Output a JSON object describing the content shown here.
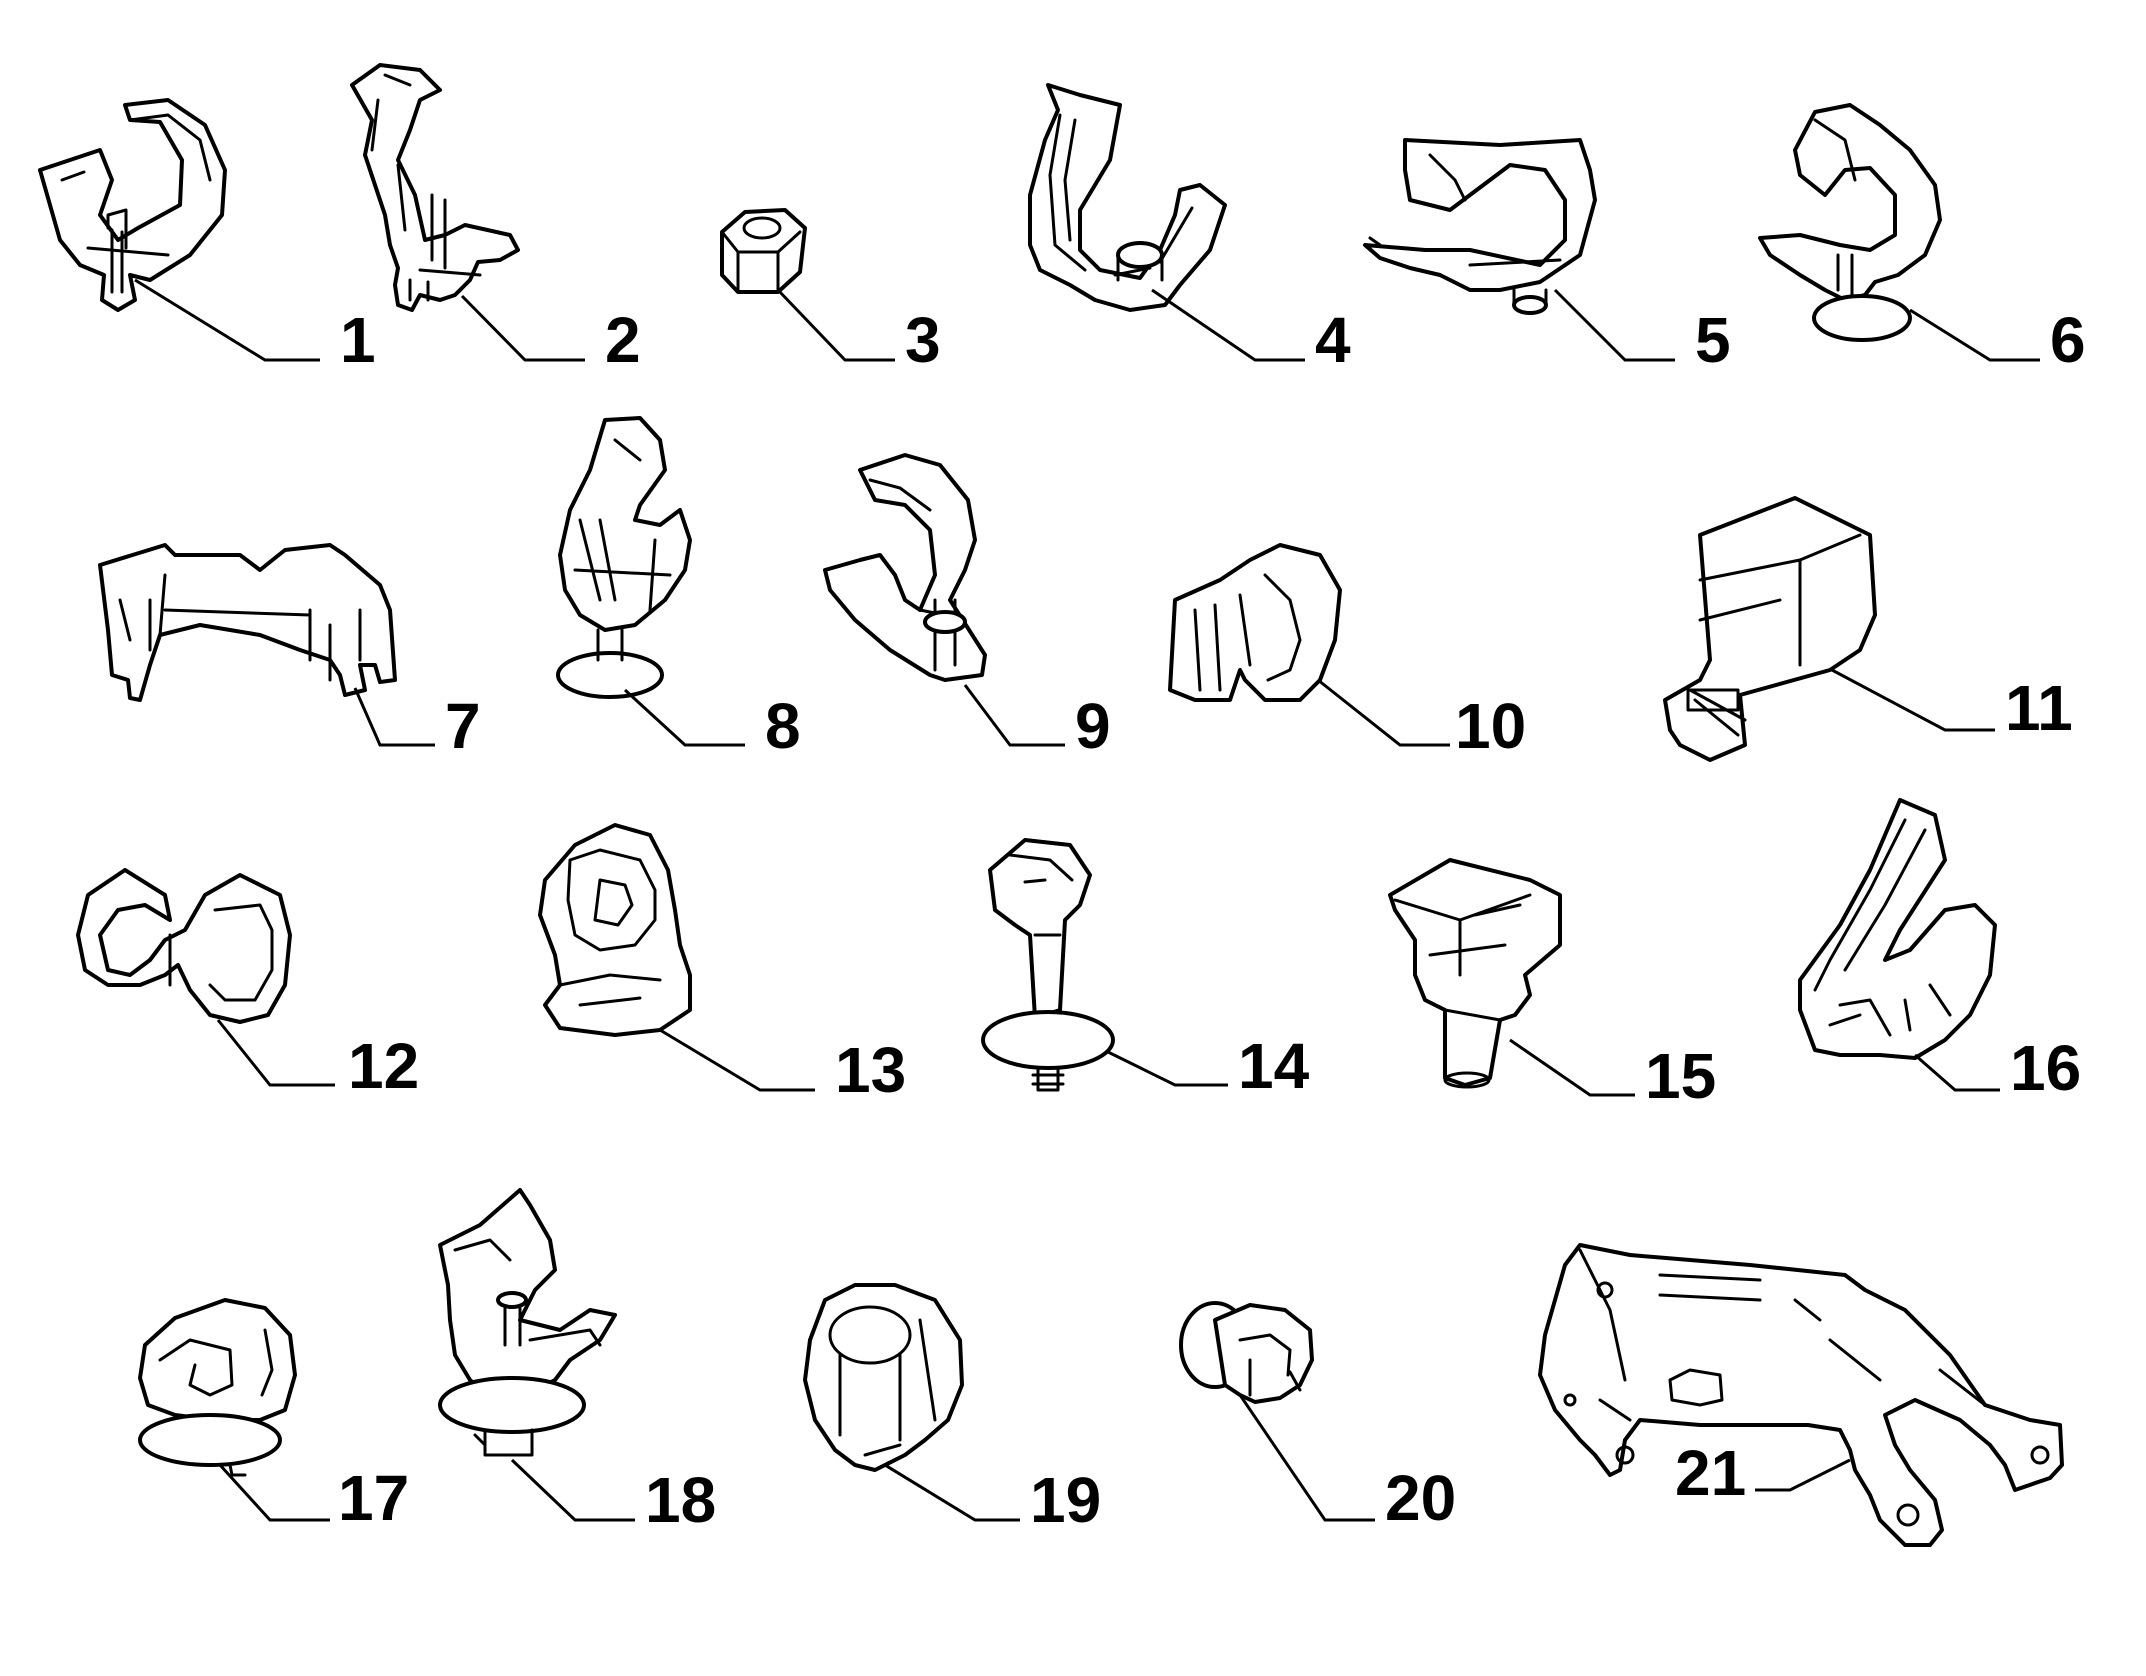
{
  "diagram": {
    "parts": [
      {
        "number": "1",
        "label": "1",
        "icon": "pipe-clip-with-stud-icon"
      },
      {
        "number": "2",
        "label": "2",
        "icon": "double-pipe-clip-icon"
      },
      {
        "number": "3",
        "label": "3",
        "icon": "hex-nut-icon"
      },
      {
        "number": "4",
        "label": "4",
        "icon": "u-channel-bracket-icon"
      },
      {
        "number": "5",
        "label": "5",
        "icon": "loop-cable-tie-icon"
      },
      {
        "number": "6",
        "label": "6",
        "icon": "open-clip-with-base-icon"
      },
      {
        "number": "7",
        "label": "7",
        "icon": "wide-harness-clip-icon"
      },
      {
        "number": "8",
        "label": "8",
        "icon": "round-clamp-with-base-icon"
      },
      {
        "number": "9",
        "label": "9",
        "icon": "split-pipe-clamp-icon"
      },
      {
        "number": "10",
        "label": "10",
        "icon": "edge-clip-icon"
      },
      {
        "number": "11",
        "label": "11",
        "icon": "box-connector-holder-icon"
      },
      {
        "number": "12",
        "label": "12",
        "icon": "twin-pipe-clip-icon"
      },
      {
        "number": "13",
        "label": "13",
        "icon": "c-shaped-clip-icon"
      },
      {
        "number": "14",
        "label": "14",
        "icon": "push-pin-clip-icon"
      },
      {
        "number": "15",
        "label": "15",
        "icon": "square-push-fastener-icon"
      },
      {
        "number": "16",
        "label": "16",
        "icon": "angled-support-clip-icon"
      },
      {
        "number": "17",
        "label": "17",
        "icon": "spring-loop-clip-icon"
      },
      {
        "number": "18",
        "label": "18",
        "icon": "stud-clamp-with-base-icon"
      },
      {
        "number": "19",
        "label": "19",
        "icon": "ring-clamp-icon"
      },
      {
        "number": "20",
        "label": "20",
        "icon": "small-snap-clip-icon"
      },
      {
        "number": "21",
        "label": "21",
        "icon": "metal-mounting-bracket-icon"
      }
    ]
  }
}
